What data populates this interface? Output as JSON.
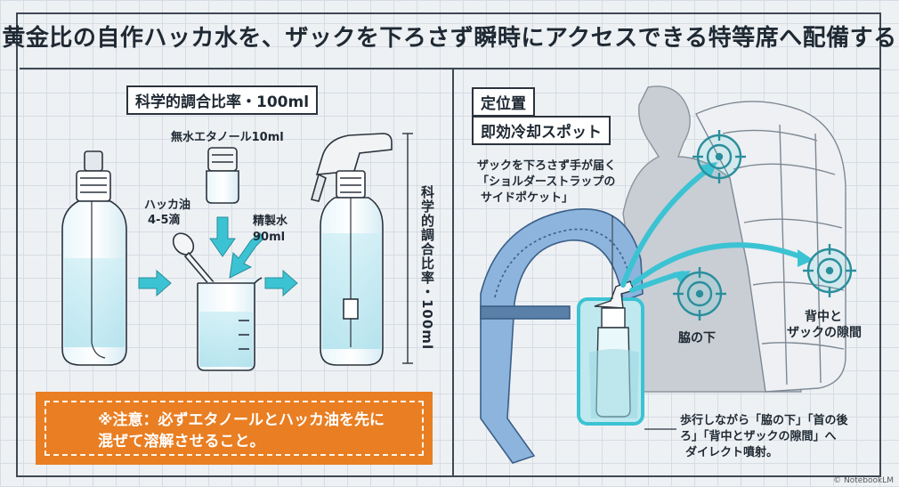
{
  "title": "黄金比の自作ハッカ水を、ザックを下ろさず瞬時にアクセスできる特等席へ配備する",
  "left": {
    "heading": "科学的調合比率・100ml",
    "ethanol_label": "無水エタノール10ml",
    "mint_label_line1": "ハッカ油",
    "mint_label_line2": "4-5滴",
    "water_label_line1": "精製水",
    "water_label_line2": "90ml",
    "vertical_label": "科学的調合比率・100ml",
    "warning_line1": "※注意：必ずエタノールとハッカ油を先に",
    "warning_line2": "混ぜて溶解させること。"
  },
  "right": {
    "heading_line1": "定位置",
    "heading_line2": "即効冷却スポット",
    "pocket_note_line1": "ザックを下ろさず手が届く",
    "pocket_note_line2": "「ショルダーストラップの",
    "pocket_note_line3": "サイドポケット」",
    "target_armpit": "脇の下",
    "target_back_line1": "背中と",
    "target_back_line2": "ザックの隙間",
    "footer_line1": "歩行しながら「脇の下」「首の後",
    "footer_line2": "ろ」「背中とザックの隙間」へ",
    "footer_line3": "ダイレクト噴射。"
  },
  "credit": "© NotebookLM",
  "colors": {
    "accent_cyan": "#3cc3d3",
    "warning_orange": "#e97e22",
    "strap_blue": "#8db4dc",
    "line_dark": "#2b333d"
  }
}
